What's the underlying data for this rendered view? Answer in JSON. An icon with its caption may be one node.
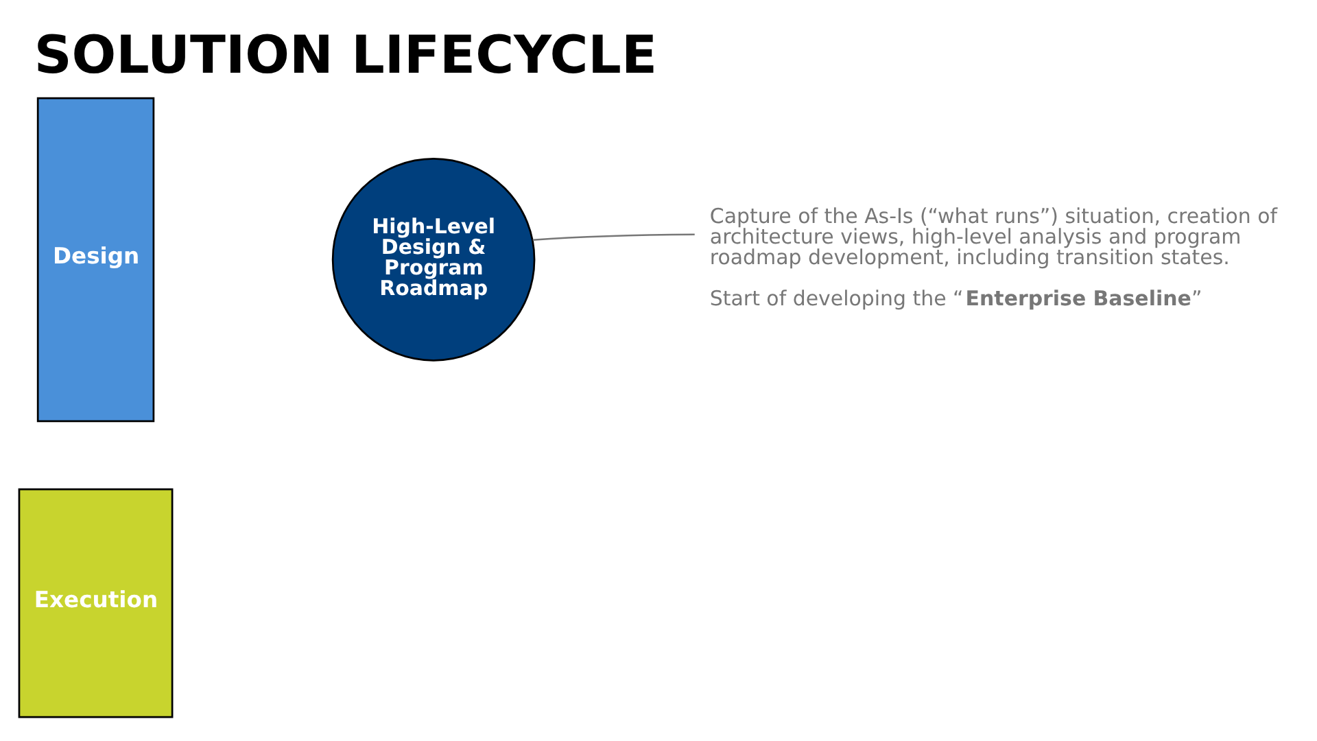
{
  "diagram": {
    "title": "SOLUTION LIFECYCLE",
    "nodes": [
      {
        "text": [
          "Design"
        ]
      },
      {
        "text": [
          "Execution"
        ]
      },
      {
        "text": [
          "High-Level Design & Program Roadmap"
        ]
      },
      {
        "text": [
          "Capture of the As-Is (“what runs”) situation, creation of architecture views, high-level analysis and program roadmap development, including transition states.",
          "Start of developing the “**Enterprise Baseline**”"
        ]
      }
    ],
    "edges": [
      {
        "from": 3,
        "to": 2,
        "arrow": "none"
      }
    ]
  }
}
